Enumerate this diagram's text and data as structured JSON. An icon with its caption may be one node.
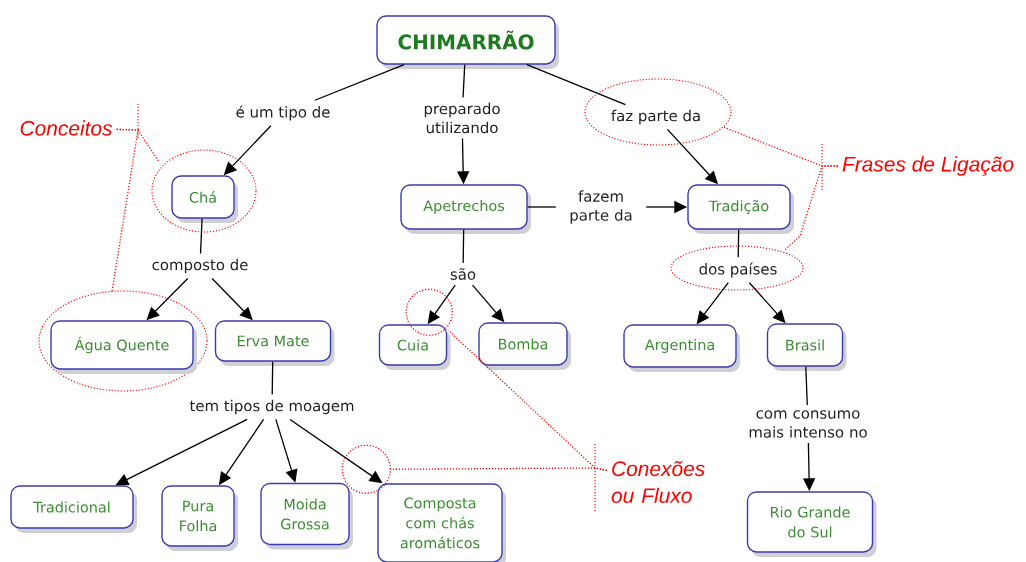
{
  "diagram": {
    "nodes": [
      {
        "text": [
          "CHIMARRÃO"
        ]
      },
      {
        "text": [
          "é um tipo de"
        ]
      },
      {
        "text": [
          "preparado utilizando"
        ]
      },
      {
        "text": [
          "faz parte da"
        ]
      },
      {
        "text": [
          "Conceitos"
        ]
      },
      {
        "text": [
          "Chá"
        ]
      },
      {
        "text": [
          "Apetrechos"
        ]
      },
      {
        "text": [
          "fazem parte da"
        ]
      },
      {
        "text": [
          "Tradição"
        ]
      },
      {
        "text": [
          "Frases de Ligação"
        ]
      },
      {
        "text": [
          "composto de"
        ]
      },
      {
        "text": [
          "são"
        ]
      },
      {
        "text": [
          "dos países"
        ]
      },
      {
        "text": [
          "Água Quente"
        ]
      },
      {
        "text": [
          "Erva Mate"
        ]
      },
      {
        "text": [
          "Cuia"
        ]
      },
      {
        "text": [
          "Bomba"
        ]
      },
      {
        "text": [
          "Argentina"
        ]
      },
      {
        "text": [
          "Brasil"
        ]
      },
      {
        "text": [
          "tem tipos de moagem"
        ]
      },
      {
        "text": [
          "com consumo mais intenso no"
        ]
      },
      {
        "text": [
          "Conexões ou Fluxo"
        ]
      },
      {
        "text": [
          "Tradicional"
        ]
      },
      {
        "text": [
          "Pura Folha"
        ]
      },
      {
        "text": [
          "Moida Grossa"
        ]
      },
      {
        "text": [
          "Composta com chás aromáticos"
        ]
      },
      {
        "text": [
          "Rio Grande do Sul"
        ]
      }
    ],
    "edges": [
      {
        "from": 0,
        "to": 1,
        "arrow": "none"
      },
      {
        "from": 1,
        "to": 5,
        "arrow": "to"
      },
      {
        "from": 0,
        "to": 2,
        "arrow": "none"
      },
      {
        "from": 2,
        "to": 6,
        "arrow": "to"
      },
      {
        "from": 0,
        "to": 3,
        "arrow": "none"
      },
      {
        "from": 3,
        "to": 8,
        "arrow": "to"
      },
      {
        "from": 6,
        "to": 7,
        "arrow": "none"
      },
      {
        "from": 7,
        "to": 8,
        "arrow": "to"
      },
      {
        "from": 5,
        "to": 10,
        "arrow": "none"
      },
      {
        "from": 10,
        "to": 13,
        "arrow": "to"
      },
      {
        "from": 10,
        "to": 14,
        "arrow": "to"
      },
      {
        "from": 6,
        "to": 11,
        "arrow": "none"
      },
      {
        "from": 11,
        "to": 15,
        "arrow": "to"
      },
      {
        "from": 11,
        "to": 16,
        "arrow": "to"
      },
      {
        "from": 8,
        "to": 12,
        "arrow": "none"
      },
      {
        "from": 12,
        "to": 17,
        "arrow": "to"
      },
      {
        "from": 12,
        "to": 18,
        "arrow": "to"
      },
      {
        "from": 14,
        "to": 19,
        "arrow": "none"
      },
      {
        "from": 19,
        "to": 22,
        "arrow": "to"
      },
      {
        "from": 19,
        "to": 23,
        "arrow": "to"
      },
      {
        "from": 19,
        "to": 24,
        "arrow": "to"
      },
      {
        "from": 19,
        "to": 25,
        "arrow": "to"
      },
      {
        "from": 18,
        "to": 20,
        "arrow": "none"
      },
      {
        "from": 20,
        "to": 26,
        "arrow": "to"
      },
      {
        "from": 4,
        "to": 5,
        "arrow": "none",
        "style": "dashed",
        "color": "#ff0000"
      },
      {
        "from": 4,
        "to": 13,
        "arrow": "none",
        "style": "dashed",
        "color": "#ff0000"
      },
      {
        "from": 9,
        "to": 3,
        "arrow": "none",
        "style": "dashed",
        "color": "#ff0000"
      },
      {
        "from": 9,
        "to": 12,
        "arrow": "none",
        "style": "dashed",
        "color": "#ff0000"
      },
      {
        "from": 21,
        "to": 15,
        "arrow": "other",
        "style": "dashed",
        "color": "#ff0000"
      },
      {
        "from": 21,
        "to": 25,
        "arrow": "other",
        "style": "dashed",
        "color": "#ff0000"
      }
    ]
  }
}
